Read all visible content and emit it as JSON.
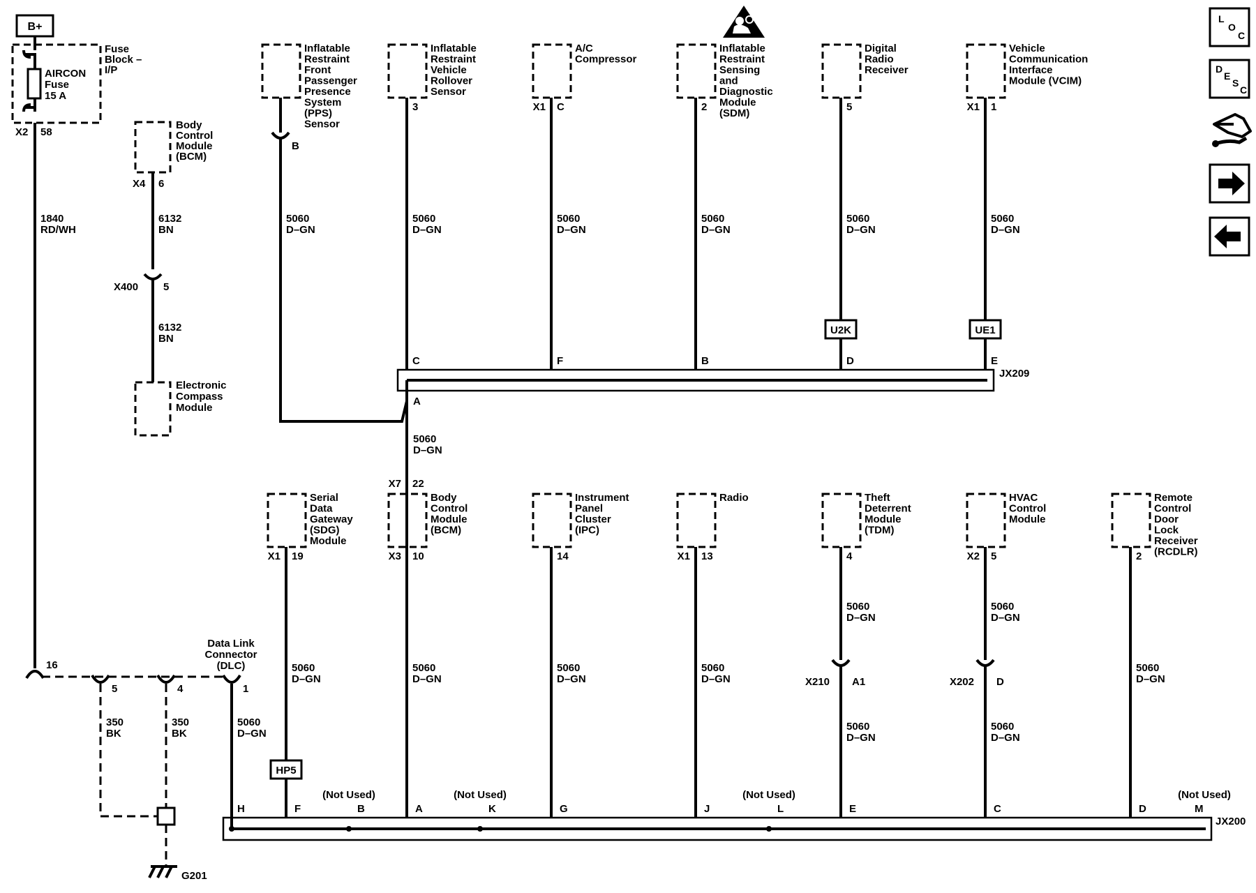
{
  "power": {
    "label": "B+"
  },
  "fuse": {
    "block_label": [
      "Fuse",
      "Block –",
      "I/P"
    ],
    "fuse_label": [
      "AIRCON",
      "Fuse",
      "15 A"
    ],
    "conn": "X2",
    "pin": "58"
  },
  "wire_1840": {
    "circuit": "1840",
    "color": "RD/WH"
  },
  "bcm_top": {
    "label": [
      "Body",
      "Control",
      "Module",
      "(BCM)"
    ],
    "conn": "X4",
    "pin": "6",
    "wire_circuit": "6132",
    "wire_color": "BN",
    "inline_conn": "X400",
    "inline_pin": "5",
    "wire2_circuit": "6132",
    "wire2_color": "BN"
  },
  "compass": {
    "label": [
      "Electronic",
      "Compass",
      "Module"
    ]
  },
  "top_modules": [
    {
      "label": [
        "Inflatable",
        "Restraint",
        "Front",
        "Passenger",
        "Presence",
        "System",
        "(PPS)",
        "Sensor"
      ],
      "conn": "",
      "pin": "B",
      "circuit": "5060",
      "color": "D–GN"
    },
    {
      "label": [
        "Inflatable",
        "Restraint",
        "Vehicle",
        "Rollover",
        "Sensor"
      ],
      "conn": "",
      "pin": "3",
      "circuit": "5060",
      "color": "D–GN",
      "splice_pin": "C"
    },
    {
      "label": [
        "A/C",
        "Compressor"
      ],
      "conn": "X1",
      "pin": "C",
      "circuit": "5060",
      "color": "D–GN",
      "splice_pin": "F"
    },
    {
      "label": [
        "Inflatable",
        "Restraint",
        "Sensing",
        "and",
        "Diagnostic",
        "Module",
        "(SDM)"
      ],
      "conn": "",
      "pin": "2",
      "circuit": "5060",
      "color": "D–GN",
      "splice_pin": "B"
    },
    {
      "label": [
        "Digital",
        "Radio",
        "Receiver"
      ],
      "conn": "",
      "pin": "5",
      "circuit": "5060",
      "color": "D–GN",
      "option": "U2K",
      "splice_pin": "D"
    },
    {
      "label": [
        "Vehicle",
        "Communication",
        "Interface",
        "Module (VCIM)"
      ],
      "conn": "X1",
      "pin": "1",
      "circuit": "5060",
      "color": "D–GN",
      "option": "UE1",
      "splice_pin": "E"
    }
  ],
  "splice_top": {
    "label": "JX209",
    "pin_a": "A",
    "circuit": "5060",
    "color": "D–GN"
  },
  "bottom_modules": [
    {
      "label": [
        "Serial",
        "Data",
        "Gateway",
        "(SDG)",
        "Module"
      ],
      "conn": "X1",
      "pin": "19",
      "circuit": "5060",
      "color": "D–GN",
      "option": "HP5",
      "splice_pin": "F"
    },
    {
      "label": [
        "Body",
        "Control",
        "Module",
        "(BCM)"
      ],
      "conn_top": "X7",
      "pin_top": "22",
      "conn": "X3",
      "pin": "10",
      "circuit": "5060",
      "color": "D–GN",
      "splice_pin": "A"
    },
    {
      "label": [
        "Instrument",
        "Panel",
        "Cluster",
        "(IPC)"
      ],
      "conn": "",
      "pin": "14",
      "circuit": "5060",
      "color": "D–GN",
      "splice_pin": "G"
    },
    {
      "label": [
        "Radio"
      ],
      "conn": "X1",
      "pin": "13",
      "circuit": "5060",
      "color": "D–GN",
      "splice_pin": "J"
    },
    {
      "label": [
        "Theft",
        "Deterrent",
        "Module",
        "(TDM)"
      ],
      "conn": "",
      "pin": "4",
      "circuit": "5060",
      "color": "D–GN",
      "inline_conn": "X210",
      "inline_pin": "A1",
      "circuit2": "5060",
      "color2": "D–GN",
      "splice_pin": "E"
    },
    {
      "label": [
        "HVAC",
        "Control",
        "Module"
      ],
      "conn": "X2",
      "pin": "5",
      "circuit": "5060",
      "color": "D–GN",
      "inline_conn": "X202",
      "inline_pin": "D",
      "circuit2": "5060",
      "color2": "D–GN",
      "splice_pin": "C"
    },
    {
      "label": [
        "Remote",
        "Control",
        "Door",
        "Lock",
        "Receiver",
        "(RCDLR)"
      ],
      "conn": "",
      "pin": "2",
      "circuit": "5060",
      "color": "D–GN",
      "splice_pin": "D"
    }
  ],
  "dlc": {
    "label": [
      "Data Link",
      "Connector",
      "(DLC)"
    ],
    "pin_16": "16",
    "pin_5": "5",
    "pin_4": "4",
    "pin_1": "1",
    "gnd_wire_a": {
      "circuit": "350",
      "color": "BK"
    },
    "gnd_wire_b": {
      "circuit": "350",
      "color": "BK"
    },
    "dlc_wire": {
      "circuit": "5060",
      "color": "D–GN"
    },
    "dlc_splice_pin": "H"
  },
  "ground": {
    "label": "G201"
  },
  "splice_bottom": {
    "label": "JX200",
    "unused_pins": [
      {
        "pin": "B",
        "note": "(Not Used)"
      },
      {
        "pin": "K",
        "note": "(Not Used)"
      },
      {
        "pin": "L",
        "note": "(Not Used)"
      },
      {
        "pin": "M",
        "note": "(Not Used)"
      }
    ]
  },
  "warning_icon": "airbag-warning-icon",
  "nav": {
    "loc": [
      "L",
      "O",
      "C"
    ],
    "desc": [
      "D",
      "E",
      "S",
      "C"
    ],
    "buttons": [
      "loc-icon",
      "desc-icon",
      "connector-icon",
      "next-arrow-icon",
      "previous-arrow-icon"
    ]
  }
}
